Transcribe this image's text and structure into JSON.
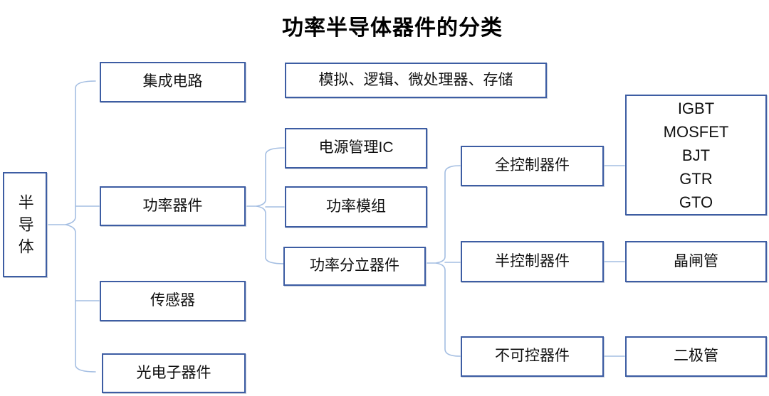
{
  "title": "功率半导体器件的分类",
  "colors": {
    "box_border": "#3d5da3",
    "connector": "#a4bee2",
    "text": "#111111"
  },
  "tree": {
    "root": {
      "label": "半导体"
    },
    "level1": [
      {
        "label": "集成电路"
      },
      {
        "label": "功率器件"
      },
      {
        "label": "传感器"
      },
      {
        "label": "光电子器件"
      }
    ],
    "ic_categories": {
      "label": "模拟、逻辑、微处理器、存储"
    },
    "power_children": [
      {
        "label": "电源管理IC"
      },
      {
        "label": "功率模组"
      },
      {
        "label": "功率分立器件"
      }
    ],
    "discrete_children": [
      {
        "label": "全控制器件",
        "examples": [
          "IGBT",
          "MOSFET",
          "BJT",
          "GTR",
          "GTO"
        ]
      },
      {
        "label": "半控制器件",
        "examples": [
          "晶闸管"
        ]
      },
      {
        "label": "不可控器件",
        "examples": [
          "二极管"
        ]
      }
    ]
  }
}
